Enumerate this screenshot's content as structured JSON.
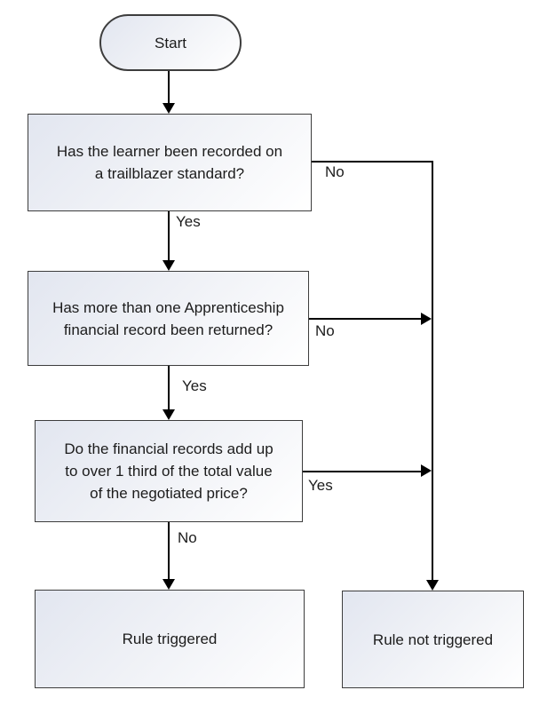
{
  "diagram": {
    "type": "flowchart",
    "nodes": {
      "start": {
        "lines": [
          "Start"
        ]
      },
      "q1": {
        "lines": [
          "Has the learner been recorded on",
          "a trailblazer standard?"
        ]
      },
      "q2": {
        "lines": [
          "Has more than one Apprenticeship",
          "financial record been returned?"
        ]
      },
      "q3": {
        "lines": [
          "Do the financial records add up",
          "to over 1 third of the total value",
          "of the negotiated price?"
        ]
      },
      "rule_triggered": {
        "lines": [
          "Rule triggered"
        ]
      },
      "rule_not_triggered": {
        "lines": [
          "Rule not triggered"
        ]
      }
    },
    "edge_labels": {
      "q1_no": "No",
      "q1_yes": "Yes",
      "q2_no": "No",
      "q2_yes": "Yes",
      "q3_yes": "Yes",
      "q3_no": "No"
    },
    "colors": {
      "node_border": "#3d3d3d",
      "node_fill_top": "#e2e6f0",
      "node_fill_bottom": "#ffffff",
      "connector": "#000000",
      "text": "#1c1c1c",
      "background": "#ffffff"
    }
  }
}
